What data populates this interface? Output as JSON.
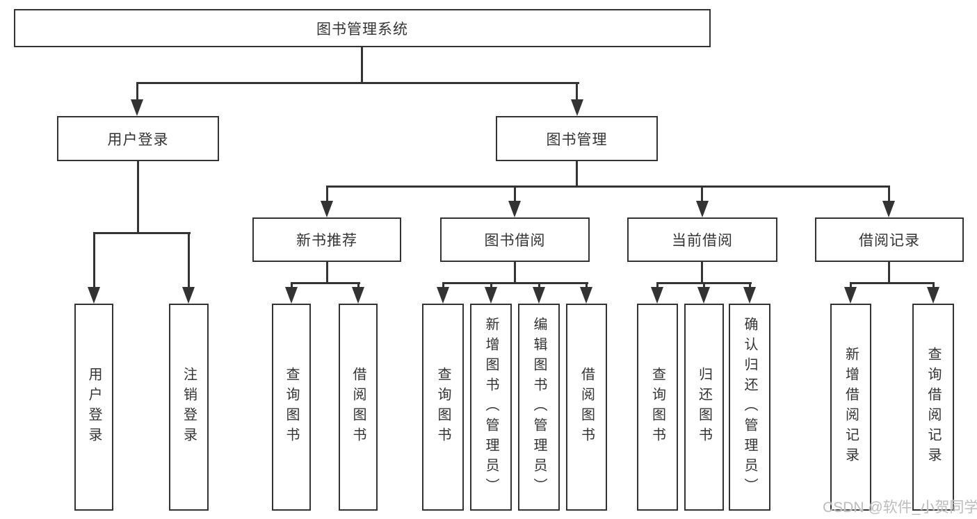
{
  "nodes": {
    "root": {
      "label": "图书管理系统"
    },
    "user_login": {
      "label": "用户登录"
    },
    "book_mgmt": {
      "label": "图书管理"
    },
    "new_book_rec": {
      "label": "新书推荐"
    },
    "book_borrow": {
      "label": "图书借阅"
    },
    "current_borrow": {
      "label": "当前借阅"
    },
    "borrow_records": {
      "label": "借阅记录"
    },
    "leaf_user_login": {
      "label": "用户登录"
    },
    "leaf_logout": {
      "label": "注销登录"
    },
    "leaf_nbr_query_books": {
      "label": "查询图书"
    },
    "leaf_nbr_borrow_books": {
      "label": "借阅图书"
    },
    "leaf_bb_query_books": {
      "label": "查询图书"
    },
    "leaf_bb_add_books": {
      "label": "新增图书（管理员）"
    },
    "leaf_bb_edit_books": {
      "label": "编辑图书（管理员）"
    },
    "leaf_bb_borrow_books": {
      "label": "借阅图书"
    },
    "leaf_cb_query_books": {
      "label": "查询图书"
    },
    "leaf_cb_return_books": {
      "label": "归还图书"
    },
    "leaf_cb_confirm_return": {
      "label": "确认归还（管理员）"
    },
    "leaf_br_add_record": {
      "label": "新增借阅记录"
    },
    "leaf_br_query_record": {
      "label": "查询借阅记录"
    }
  },
  "watermark": {
    "text": "CSDN @软件_小贺同学"
  },
  "colors": {
    "line": "#333333",
    "text": "#333333",
    "watermark": "#bcbcbc",
    "background": "#ffffff"
  }
}
